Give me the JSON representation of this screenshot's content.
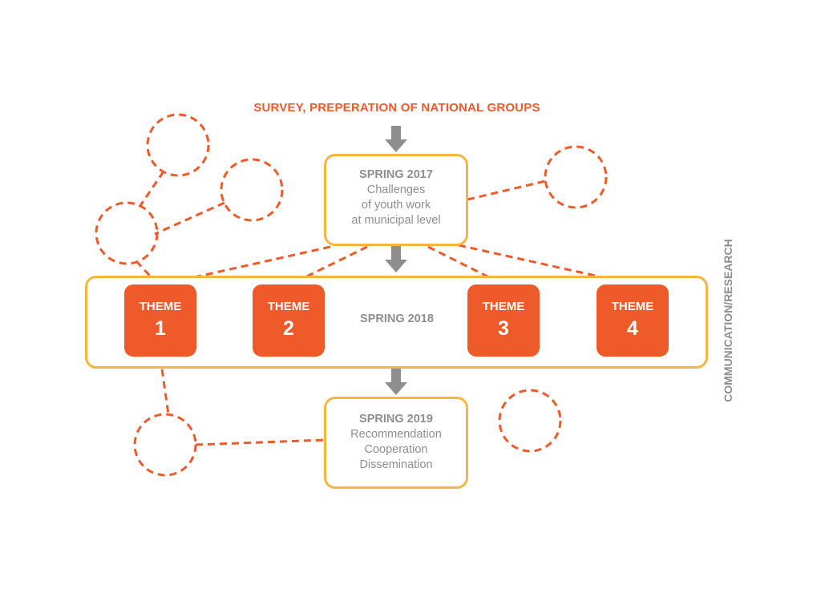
{
  "header": {
    "title": "SURVEY, PREPERATION OF NATIONAL GROUPS"
  },
  "spring2017": {
    "title": "SPRING 2017",
    "lines": [
      "Challenges",
      "of youth work",
      "at municipal level"
    ]
  },
  "spring2018": {
    "label": "SPRING 2018"
  },
  "themes": [
    {
      "word": "THEME",
      "number": "1"
    },
    {
      "word": "THEME",
      "number": "2"
    },
    {
      "word": "THEME",
      "number": "3"
    },
    {
      "word": "THEME",
      "number": "4"
    }
  ],
  "spring2019": {
    "title": "SPRING 2019",
    "lines": [
      "Recommendation",
      "Cooperation",
      "Dissemination"
    ]
  },
  "side_label": "COMMUNICATION/RESEARCH",
  "colors": {
    "accent": "#ee5a2a",
    "frame": "#f5b53f",
    "text": "#8e8e8e",
    "arrow": "#8e8e8e"
  },
  "icons": [
    "down-arrow-icon",
    "dashed-circle-icon"
  ]
}
